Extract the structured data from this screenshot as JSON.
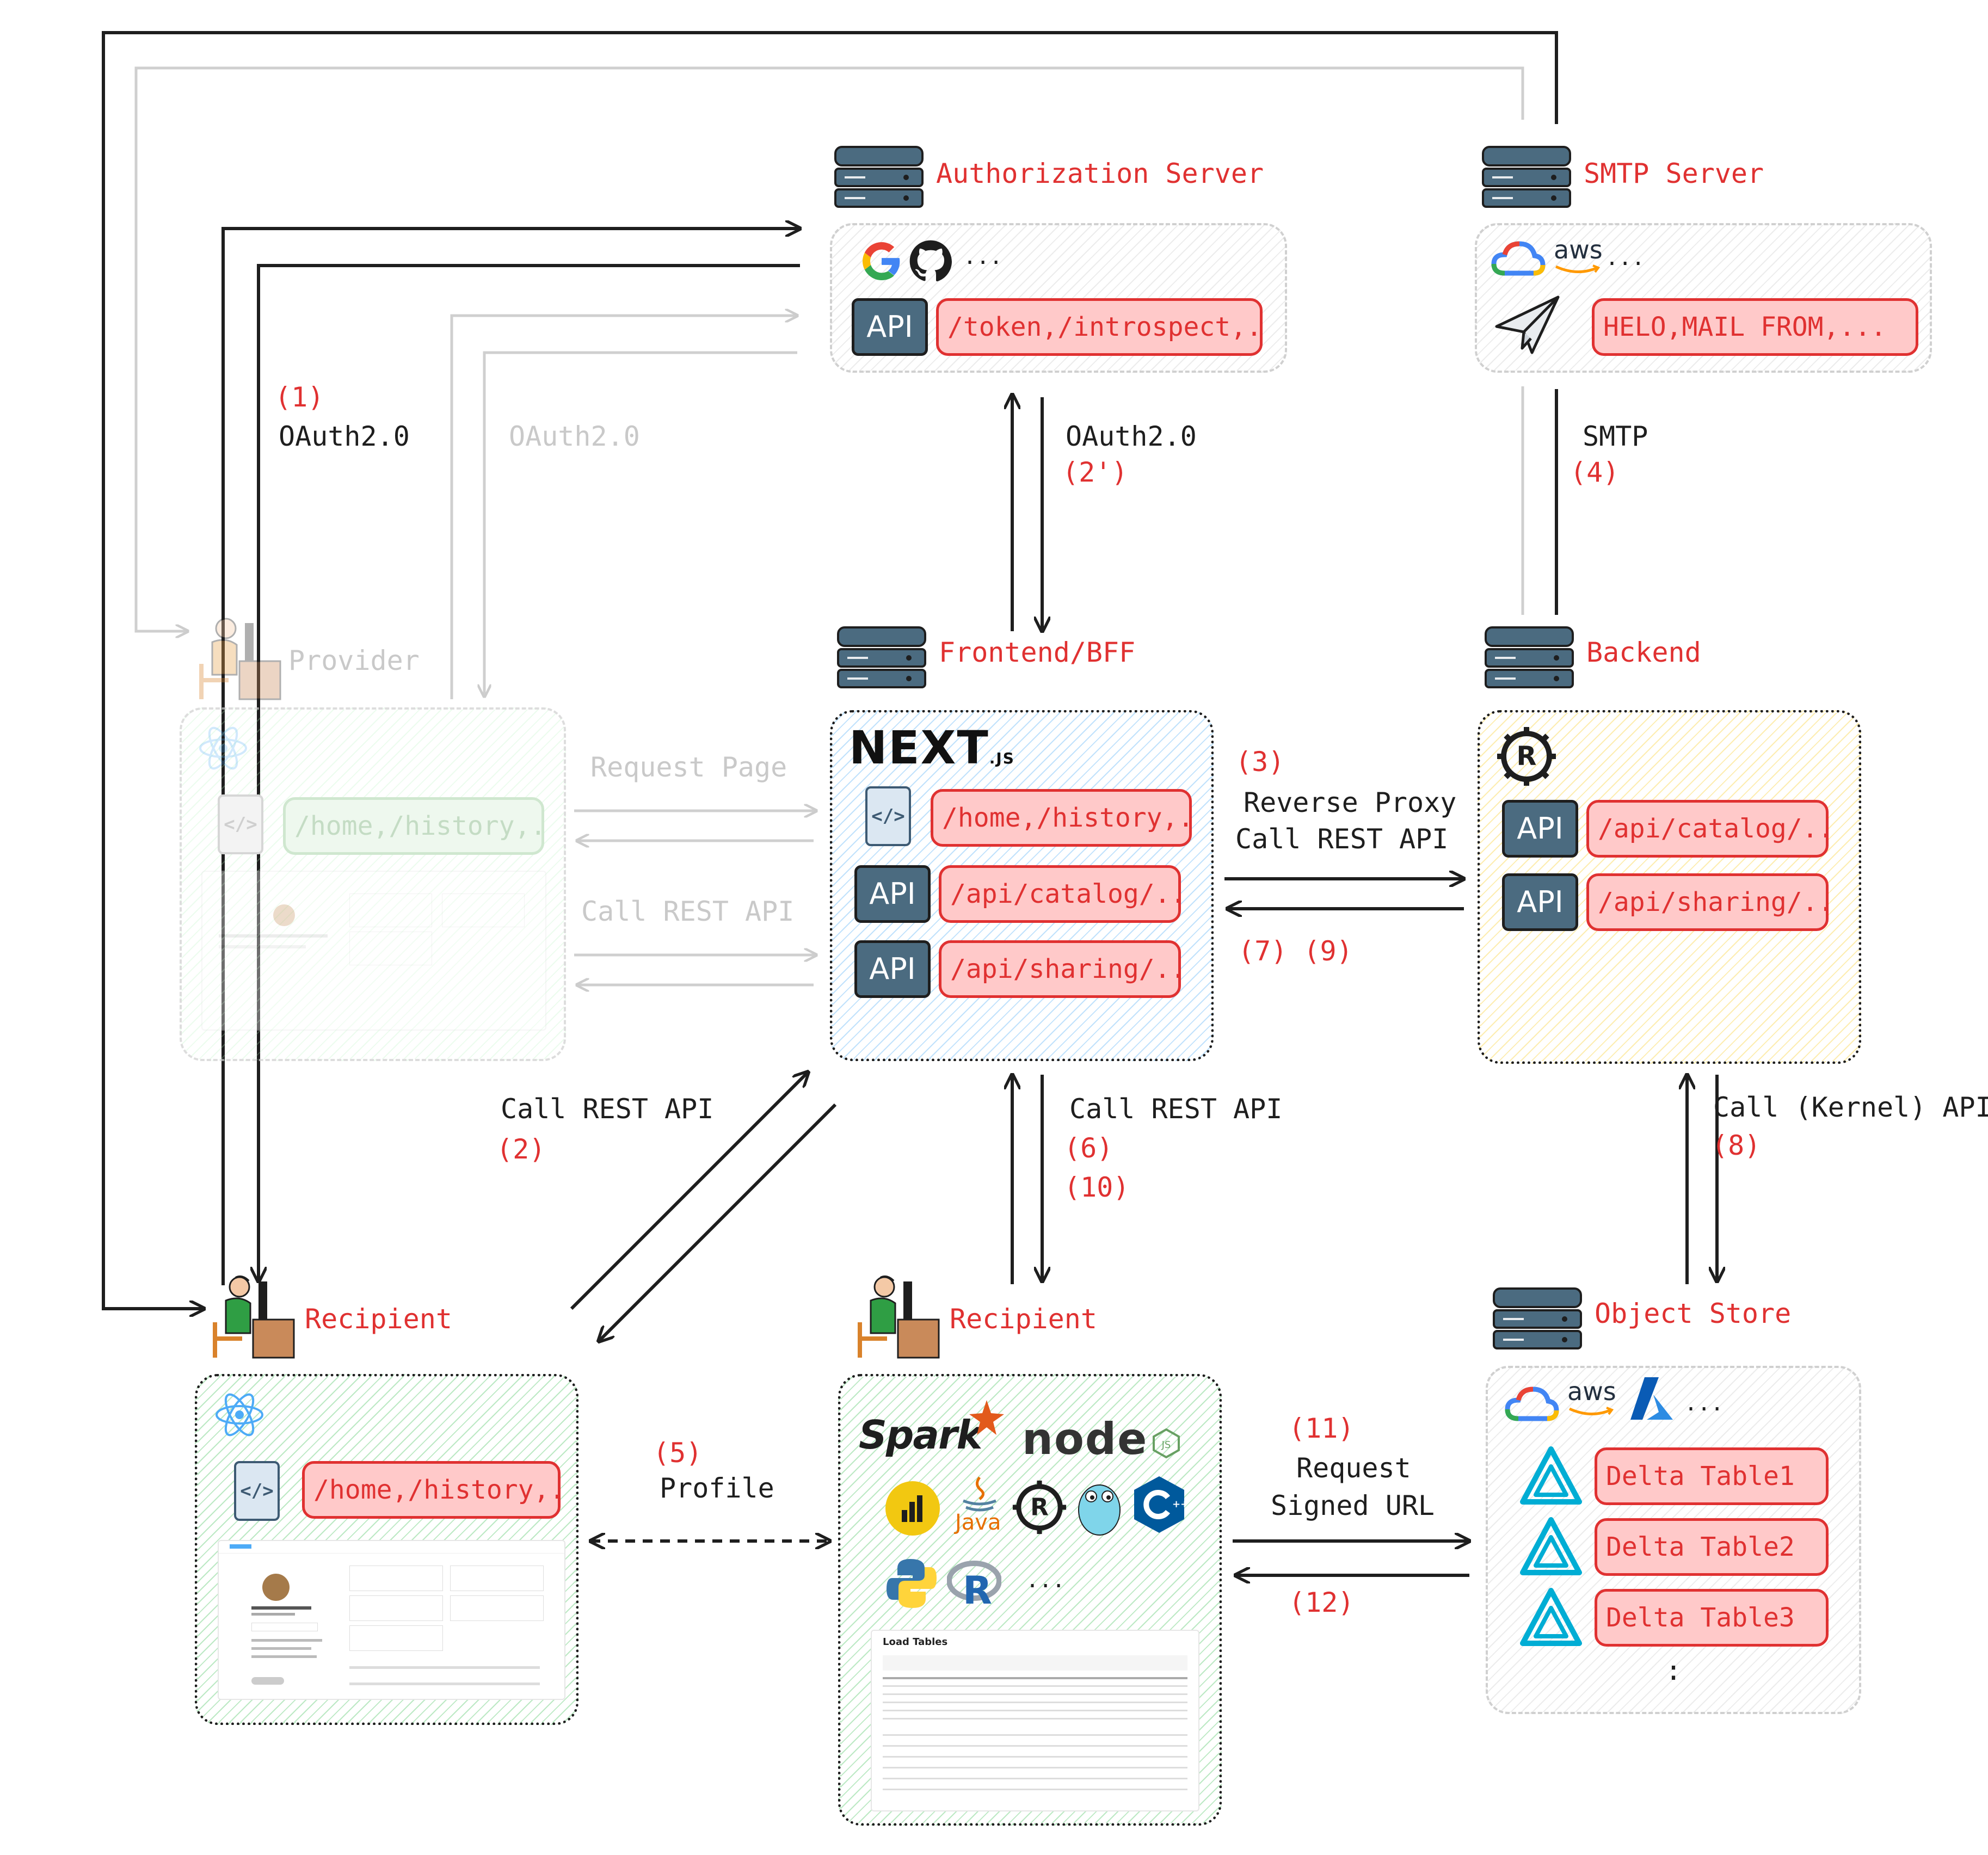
{
  "nodes": {
    "auth": {
      "title": "Authorization Server",
      "providers_more": "...",
      "api_badge": "API",
      "endpoints": "/token,/introspect,..."
    },
    "smtp": {
      "title": "SMTP Server",
      "cloud_aws": "aws",
      "providers_more": "...",
      "commands": "HELO,MAIL FROM,..."
    },
    "provider": {
      "title": "Provider",
      "page": "/home,/history,..."
    },
    "frontend": {
      "title": "Frontend/BFF",
      "logo": "NEXT.JS",
      "page": "/home,/history,...",
      "api_badge": "API",
      "api1": "/api/catalog/...",
      "api2": "/api/sharing/..."
    },
    "backend": {
      "title": "Backend",
      "api_badge": "API",
      "api1": "/api/catalog/...",
      "api2": "/api/sharing/..."
    },
    "recipient_web": {
      "title": "Recipient",
      "page": "/home,/history,..."
    },
    "recipient_client": {
      "title": "Recipient",
      "more": "...",
      "java": "Java",
      "spark": "Spark",
      "node": "node",
      "load_tables": "Load Tables"
    },
    "object_store": {
      "title": "Object Store",
      "cloud_aws": "aws",
      "providers_more": "...",
      "tables": [
        "Delta Table1",
        "Delta Table2",
        "Delta Table3"
      ],
      "ellipsis": ":"
    }
  },
  "edges": {
    "e1": {
      "num": "(1)",
      "text": "OAuth2.0"
    },
    "e1_faded": {
      "text": "OAuth2.0"
    },
    "e2p": {
      "text": "OAuth2.0",
      "num": "(2')"
    },
    "e4": {
      "text": "SMTP",
      "num": "(4)"
    },
    "req_page": {
      "text": "Request Page"
    },
    "call_rest_faded": {
      "text": "Call REST API"
    },
    "e3": {
      "num": "(3)",
      "text1": "Reverse Proxy",
      "text2": "Call REST API"
    },
    "e7_9": {
      "text": "(7) (9)"
    },
    "e2": {
      "text": "Call REST API",
      "num": "(2)"
    },
    "e6_10": {
      "text": "Call REST API",
      "num1": "(6)",
      "num2": "(10)"
    },
    "e8": {
      "text": "Call (Kernel) API",
      "num": "(8)"
    },
    "e5": {
      "num": "(5)",
      "text": "Profile"
    },
    "e11": {
      "num": "(11)",
      "text1": "Request",
      "text2": "Signed URL"
    },
    "e12": {
      "num": "(12)"
    }
  },
  "colors": {
    "accent_red": "#e03131",
    "pill_fill": "#ffc9c9",
    "ink": "#1e1e1e",
    "faded": "#c9c9c9",
    "server_blue": "#4b6b80"
  }
}
